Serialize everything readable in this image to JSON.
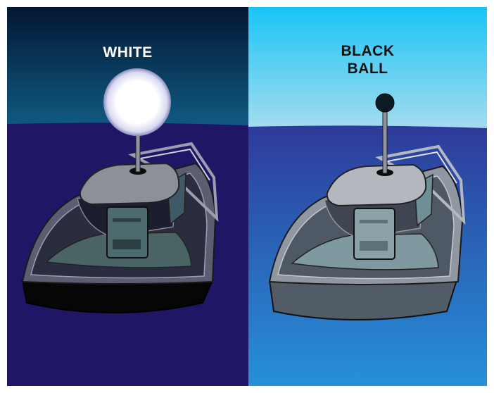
{
  "night_panel": {
    "label": "WHITE",
    "sky_colors": [
      "#031a3a",
      "#10507a"
    ],
    "water_color": "#1f1666",
    "light_color": "#ffffff",
    "hull_color": "#0a0a0a"
  },
  "day_panel": {
    "label_line1": "BLACK",
    "label_line2": "BALL",
    "sky_colors": [
      "#1ec5f5",
      "#9ad8ee"
    ],
    "water_color": "#2f44a0",
    "ball_color": "#0c1a24",
    "hull_color": "#525c66"
  }
}
